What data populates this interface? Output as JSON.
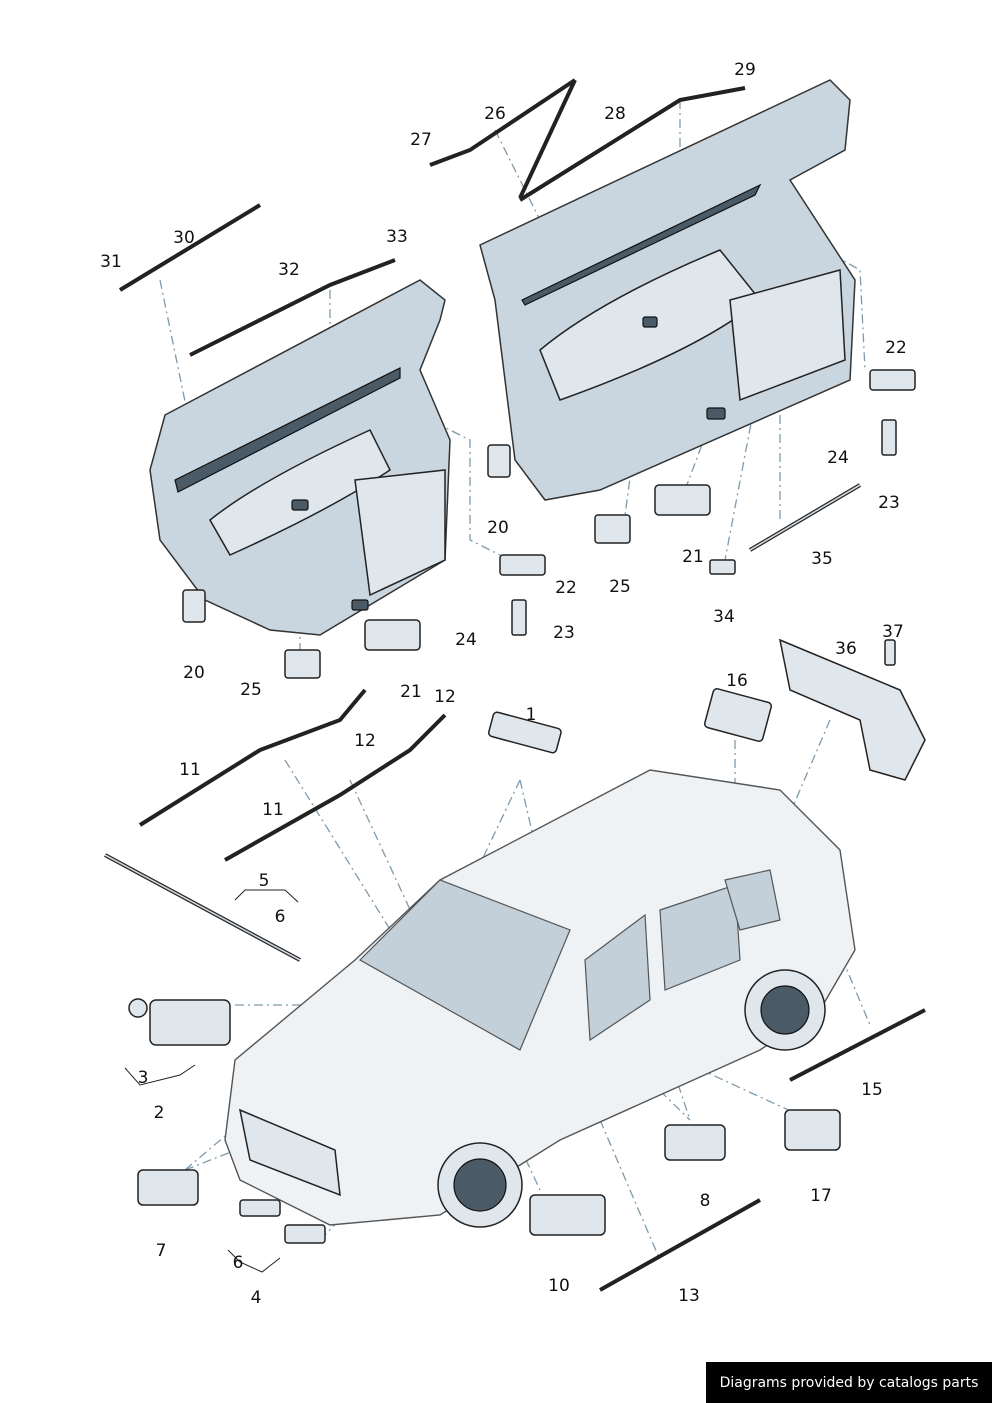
{
  "diagram": {
    "callouts": [
      "29",
      "26",
      "28",
      "27",
      "30",
      "33",
      "31",
      "32",
      "22",
      "24",
      "23",
      "20",
      "21",
      "35",
      "25",
      "22",
      "23",
      "24",
      "34",
      "37",
      "36",
      "20",
      "25",
      "21",
      "16",
      "12",
      "1",
      "12",
      "11",
      "11",
      "5",
      "6",
      "3",
      "2",
      "15",
      "17",
      "8",
      "7",
      "6",
      "4",
      "10",
      "13"
    ]
  },
  "footer": {
    "text": "Diagrams provided by catalogs parts"
  }
}
